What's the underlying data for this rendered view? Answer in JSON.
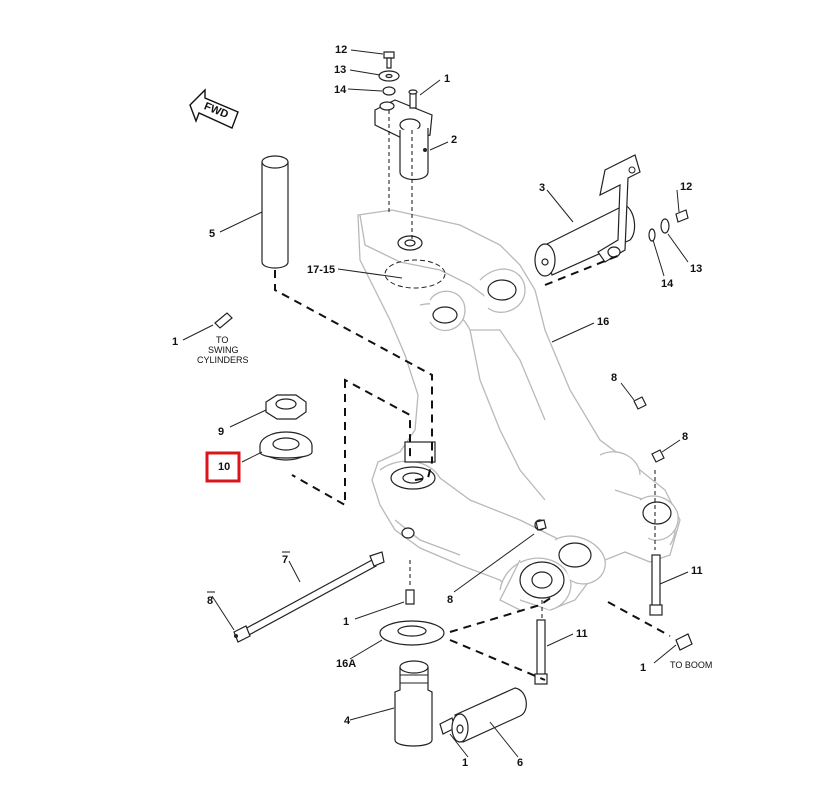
{
  "fwd_label": "FWD",
  "callouts": {
    "c12_top": "12",
    "c13_top": "13",
    "c14_top": "14",
    "c1_top": "1",
    "c2": "2",
    "c3": "3",
    "c12_right": "12",
    "c13_right": "13",
    "c14_right": "14",
    "c5": "5",
    "c17_15": "17-15",
    "c16": "16",
    "c1_left": "1",
    "c8_a": "8",
    "c8_b": "8",
    "c9": "9",
    "c10": "10",
    "c7": "7",
    "c8_c": "8",
    "c8_d": "8",
    "c11_a": "11",
    "c11_b": "11",
    "c1_mid": "1",
    "c1_right": "1",
    "c16a": "16A",
    "c4": "4",
    "c1_bottom": "1",
    "c6": "6"
  },
  "notes": {
    "to_swing_1": "TO",
    "to_swing_2": "SWING",
    "to_swing_3": "CYLINDERS",
    "to_boom": "TO BOOM"
  },
  "highlight": {
    "target": "10",
    "color": "#d9141b"
  }
}
